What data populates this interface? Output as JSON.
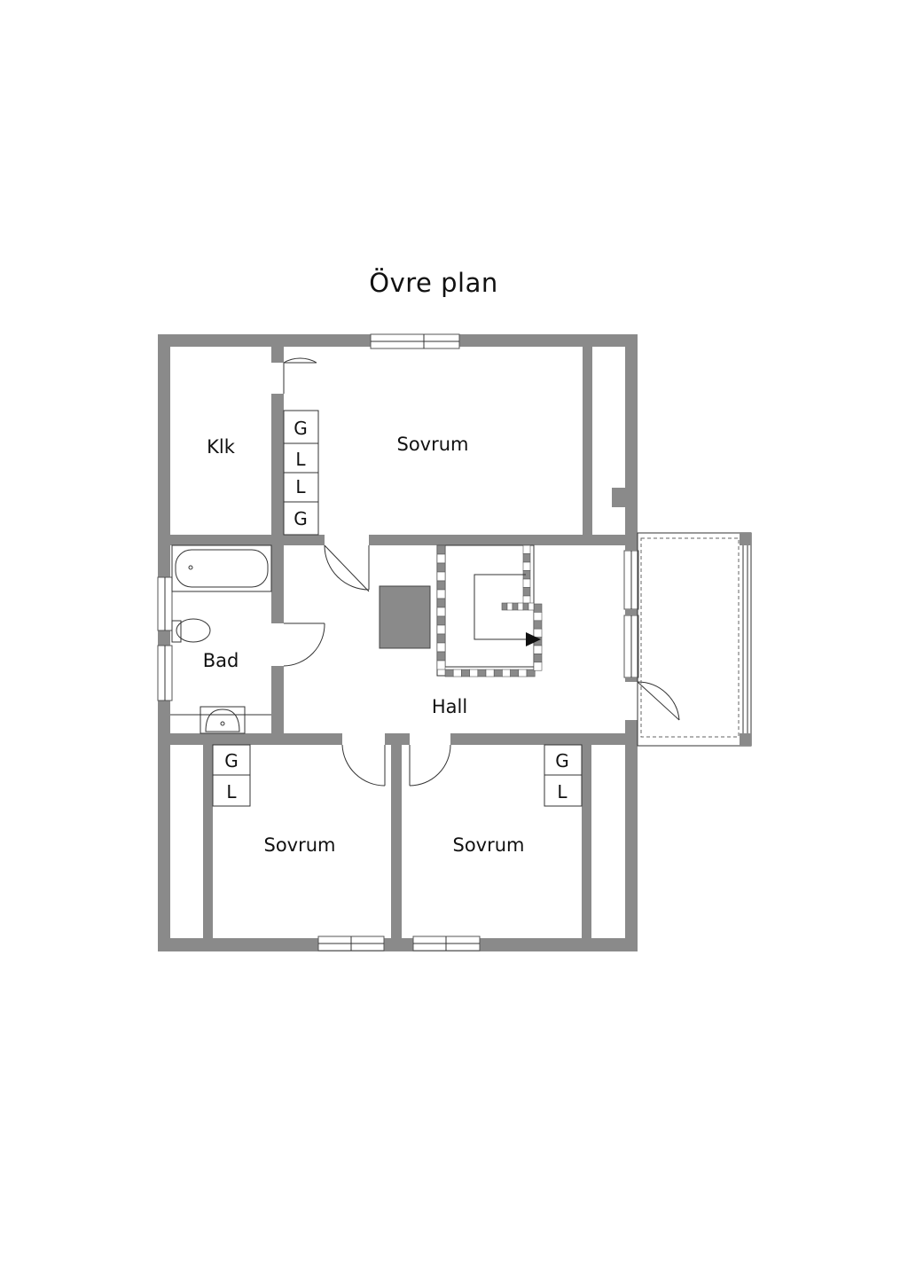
{
  "title": "Övre plan",
  "rooms": {
    "klk": "Klk",
    "sovrum_top": "Sovrum",
    "bad": "Bad",
    "hall": "Hall",
    "sovrum_bottom_left": "Sovrum",
    "sovrum_bottom_right": "Sovrum"
  },
  "closets": {
    "top": [
      "G",
      "L",
      "L",
      "G"
    ],
    "bottom_left": [
      "G",
      "L"
    ],
    "bottom_right": [
      "G",
      "L"
    ]
  },
  "colors": {
    "wall": "#8a8a8a",
    "chimney": "#8a8a8a",
    "background": "#ffffff"
  }
}
